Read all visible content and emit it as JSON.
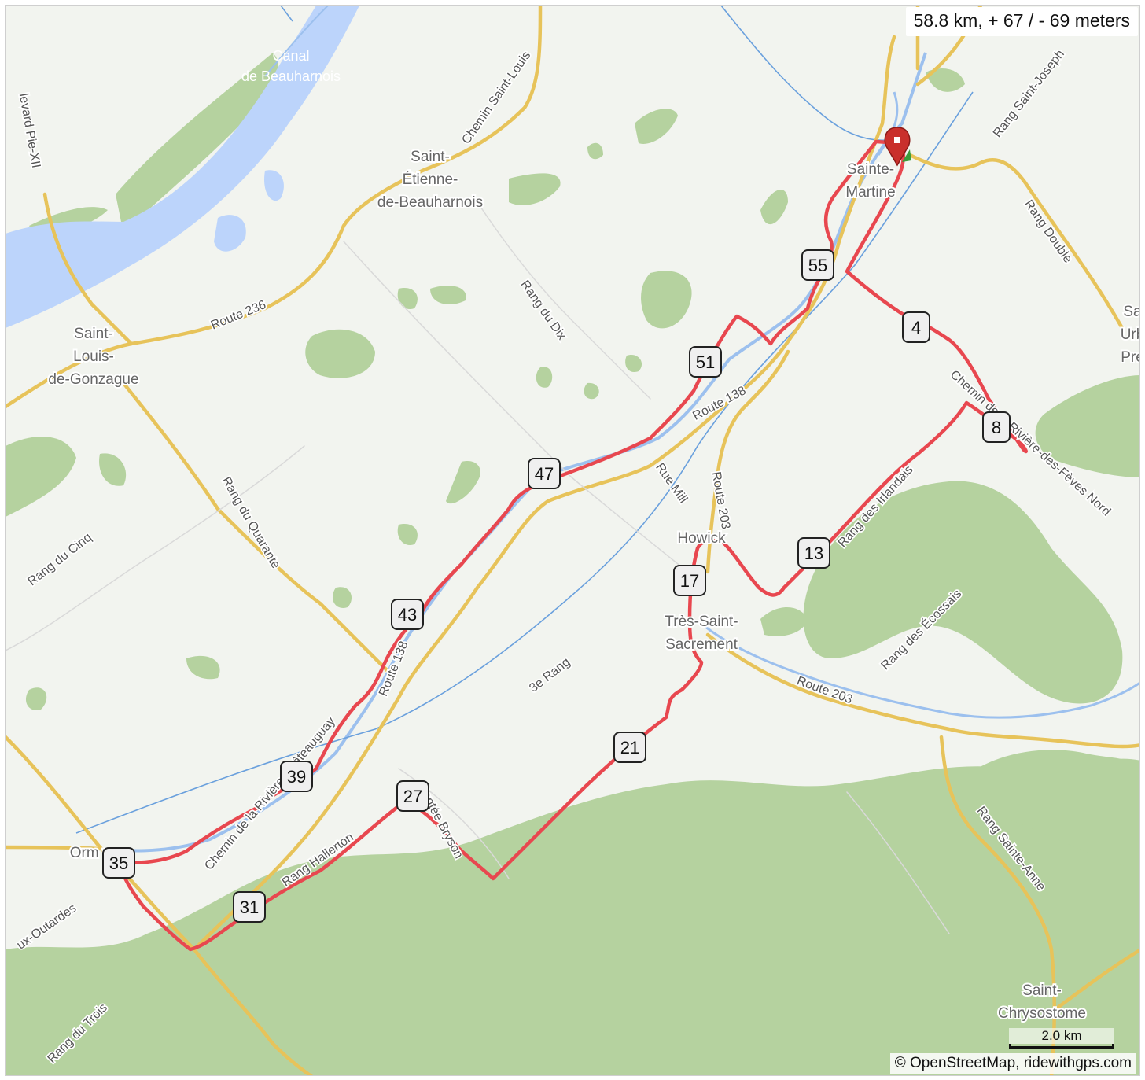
{
  "stats": {
    "text": "58.8 km, + 67 / - 69 meters"
  },
  "credit": {
    "text": "© OpenStreetMap, ridewithgps.com"
  },
  "scale": {
    "label": "2.0 km"
  },
  "colors": {
    "route": "#e8474f",
    "road": "#f2d16b",
    "water": "#bcd4fb",
    "forest": "#b5d29f",
    "land": "#f2f4ef"
  },
  "icons": {
    "start": "map-pin-icon"
  },
  "places": [
    {
      "id": "canal",
      "lines": [
        "Canal",
        "de Beauharnois"
      ]
    },
    {
      "id": "saint-etienne",
      "lines": [
        "Saint-",
        "Étienne-",
        "de-Beauharnois"
      ]
    },
    {
      "id": "saint-louis",
      "lines": [
        "Saint-",
        "Louis-",
        "de-Gonzague"
      ]
    },
    {
      "id": "sainte-martine",
      "lines": [
        "Sainte-",
        "Martine"
      ]
    },
    {
      "id": "howick",
      "lines": [
        "Howick"
      ]
    },
    {
      "id": "tres-saint",
      "lines": [
        "Très-Saint-",
        "Sacrement"
      ]
    },
    {
      "id": "ormstown",
      "lines": [
        "Orm    wn"
      ]
    },
    {
      "id": "saint-chrysostome",
      "lines": [
        "Saint-",
        "Chrysostome"
      ]
    },
    {
      "id": "saint-urbain",
      "lines": [
        "Sa",
        "Urb",
        "Pre"
      ]
    }
  ],
  "roads": [
    {
      "id": "route236",
      "text": "Route 236"
    },
    {
      "id": "chemin-saint-louis",
      "text": "Chemin Saint-Louis"
    },
    {
      "id": "rang-du-dix",
      "text": "Rang du Dix"
    },
    {
      "id": "route138a",
      "text": "Route 138"
    },
    {
      "id": "route138b",
      "text": "Route 138"
    },
    {
      "id": "rue-mill",
      "text": "Rue Mill"
    },
    {
      "id": "route203a",
      "text": "Route 203"
    },
    {
      "id": "route203b",
      "text": "Route 203"
    },
    {
      "id": "rang-saint-joseph",
      "text": "Rang Saint-Joseph"
    },
    {
      "id": "rang-double",
      "text": "Rang Double"
    },
    {
      "id": "chemin-riviere-feves",
      "text": "Chemin de la Rivière-des-Fèves Nord"
    },
    {
      "id": "rang-hendais",
      "text": "Rang des Irlandais"
    },
    {
      "id": "rang-ecossais",
      "text": "Rang des Écossais"
    },
    {
      "id": "rang-quarante",
      "text": "Rang du Quarante"
    },
    {
      "id": "rang-cinq",
      "text": "Rang du Cinq"
    },
    {
      "id": "troisieme-rang",
      "text": "3e Rang"
    },
    {
      "id": "chemin-riviere",
      "text": "Chemin de la Rivière Châteauguay"
    },
    {
      "id": "rang-sainte-anne",
      "text": "Rang Sainte-Anne"
    },
    {
      "id": "rang-trois",
      "text": "Rang du Trois"
    },
    {
      "id": "outardes",
      "text": "ux-Outardes"
    },
    {
      "id": "boulevard-pie",
      "text": "levard Pie-XII"
    },
    {
      "id": "montee-bryson",
      "text": "Montée Bryson"
    },
    {
      "id": "hallerton",
      "text": "Rang Hallerton"
    }
  ],
  "markers": [
    "4",
    "8",
    "13",
    "17",
    "21",
    "27",
    "31",
    "35",
    "39",
    "43",
    "47",
    "51",
    "55"
  ]
}
